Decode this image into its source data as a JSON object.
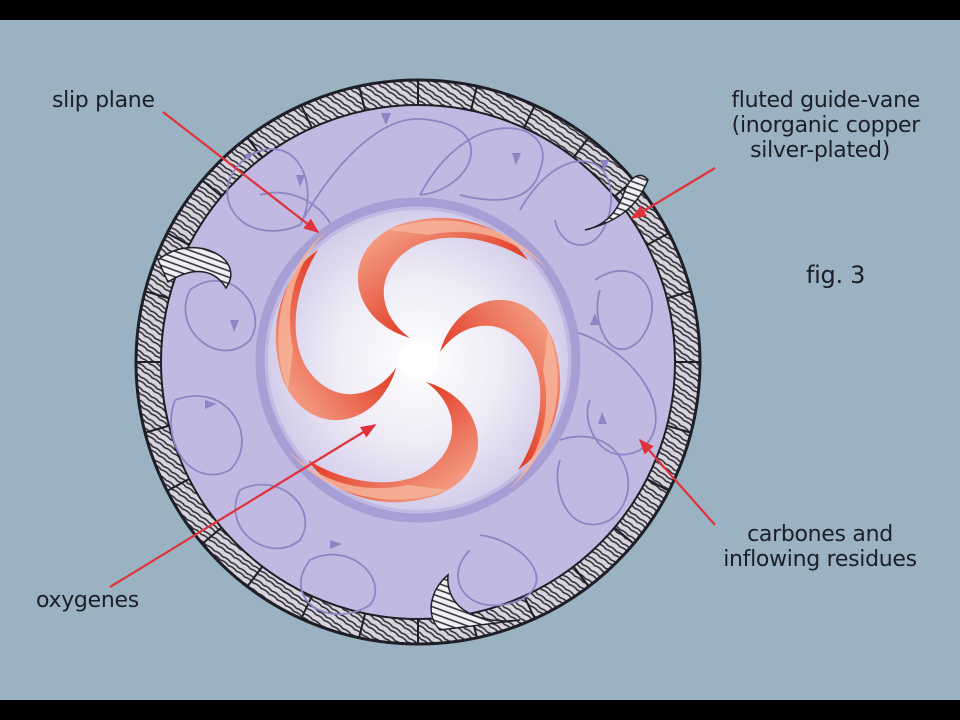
{
  "figure": {
    "caption": "fig. 3",
    "colors": {
      "background": "#9bb2c2",
      "letterbox": "#000000",
      "disc_fill": "#c2b9e2",
      "flow_lines": "#8c86c4",
      "slip_ring": "#a69ed4",
      "spiral_dark": "#e0392a",
      "spiral_light": "#f4a88c",
      "pointer_arrows": "#e0323a",
      "ring_outline": "#1e1e26"
    }
  },
  "labels": {
    "slip_plane": "slip plane",
    "guide_vane_line1": "fluted guide-vane",
    "guide_vane_line2": "(inorganic copper",
    "guide_vane_line3": "silver-plated)",
    "carbones_line1": "carbones and",
    "carbones_line2": "inflowing residues",
    "oxygenes": "oxygenes"
  },
  "icons": {
    "guide_vanes": [
      "upper-right-vane",
      "left-vane",
      "bottom-vane"
    ],
    "spiral": "four-arm-vortex-spiral"
  }
}
